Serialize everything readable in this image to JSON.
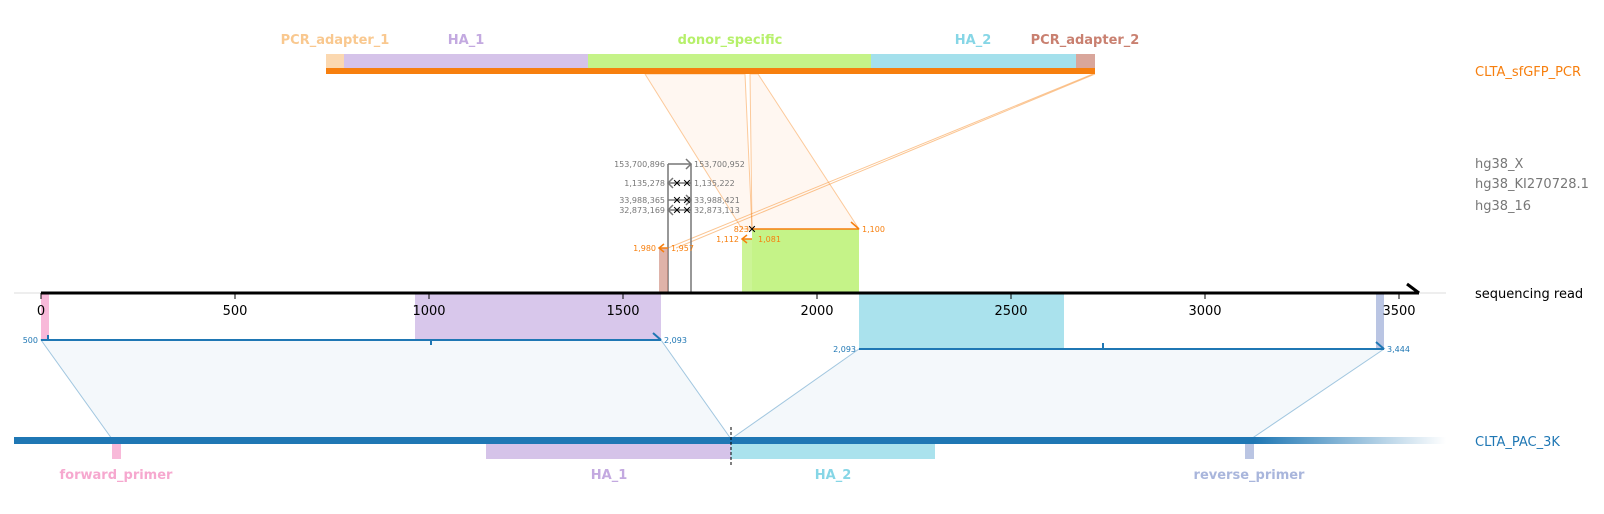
{
  "colors": {
    "pcr": "#f77f0e",
    "pac": "#1f77b4",
    "gray": "#777777",
    "pcr_adapter_1": "#f9c88f",
    "ha_1": "#c3a9e0",
    "donor_specific": "#b6f06a",
    "ha_2": "#86d6e6",
    "pcr_adapter_2": "#c98070",
    "forward_primer": "#f6a8cf",
    "reverse_primer": "#a9b6dc"
  },
  "tracks": {
    "pcr": "CLTA_sfGFP_PCR",
    "hg38_x": "hg38_X",
    "hg38_ki": "hg38_KI270728.1",
    "hg38_16": "hg38_16",
    "read": "sequencing read",
    "pac": "CLTA_PAC_3K"
  },
  "pcr_features": {
    "adapter_1": "PCR_adapter_1",
    "ha_1": "HA_1",
    "donor": "donor_specific",
    "ha_2": "HA_2",
    "adapter_2": "PCR_adapter_2"
  },
  "pac_features": {
    "forward": "forward_primer",
    "ha_1": "HA_1",
    "ha_2": "HA_2",
    "reverse": "reverse_primer"
  },
  "read_axis": {
    "ticks": [
      "0",
      "500",
      "1000",
      "1500",
      "2000",
      "2500",
      "3000",
      "3500"
    ]
  },
  "coords": {
    "x_left": "153,700,896",
    "x_right": "153,700,952",
    "ki_left": "1,135,278",
    "ki_right": "1,135,222",
    "c16a_left": "33,988,365",
    "c16a_right": "33,988,421",
    "c16b_left": "32,873,169",
    "c16b_right": "32,873,113",
    "pcr_a_left": "1,980",
    "pcr_a_right": "1,957",
    "pcr_b_left": "1,112",
    "pcr_b_right": "1,081",
    "pcr_c_left": "823",
    "pcr_c_right": "1,100",
    "pac_a_left": "500",
    "pac_a_right": "2,093",
    "pac_b_left": "2,093",
    "pac_b_right": "3,444"
  }
}
